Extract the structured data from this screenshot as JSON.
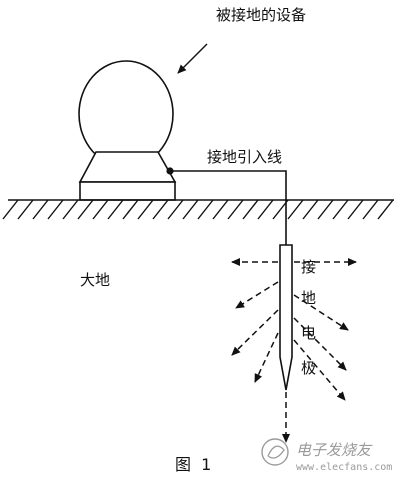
{
  "labels": {
    "device": "被接地的设备",
    "lead": "接地引入线",
    "earth": "大地",
    "electrode_chars": [
      "接",
      "地",
      "电",
      "极"
    ],
    "figure": "图  1"
  },
  "watermark": {
    "text": "电子发烧友",
    "url": "www.elecfans.com"
  },
  "colors": {
    "line": "#111111",
    "watermark": "#9a9a9a"
  }
}
